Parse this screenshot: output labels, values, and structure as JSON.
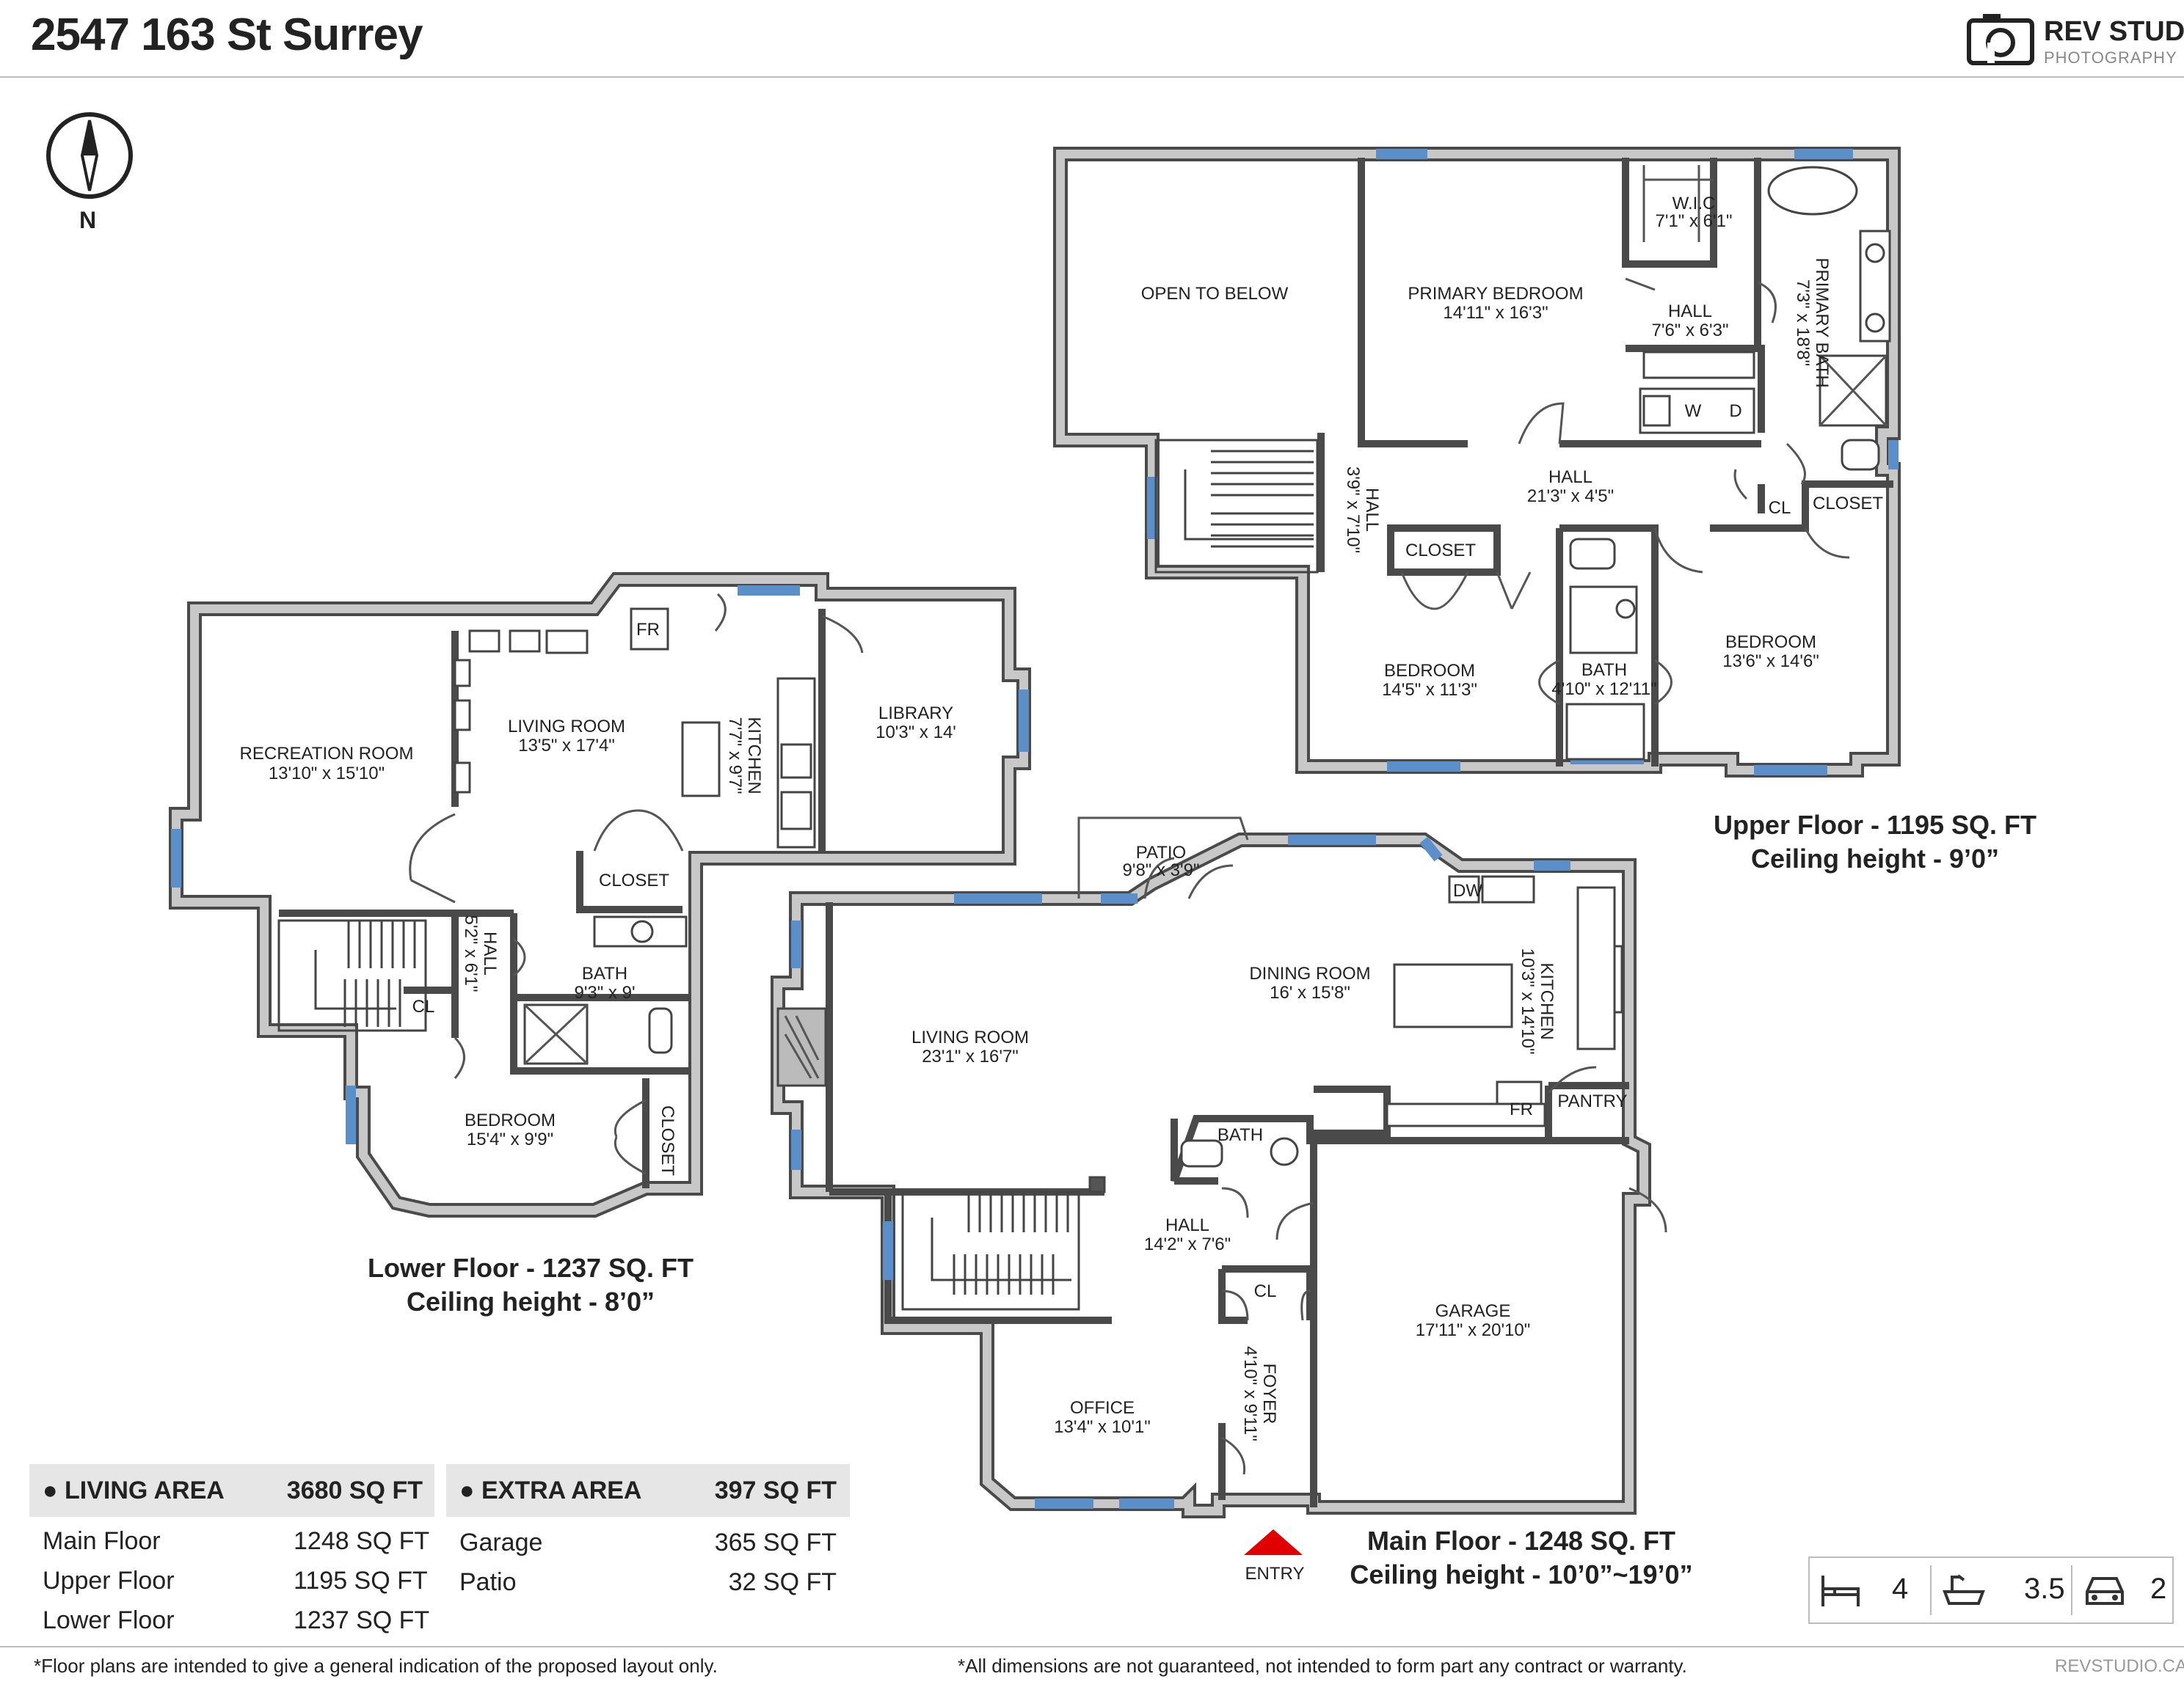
{
  "title": "2547 163 St Surrey",
  "logo": {
    "name": "REV STUDIO",
    "sub": "PHOTOGRAPHY",
    "icon": "camera-icon"
  },
  "compass": {
    "label": "N",
    "icon": "compass-icon"
  },
  "floors": {
    "lower": {
      "caption_line1": "Lower Floor - 1237 SQ. FT",
      "caption_line2": "Ceiling height - 8’0”"
    },
    "upper": {
      "caption_line1": "Upper Floor - 1195 SQ. FT",
      "caption_line2": "Ceiling height - 9’0”"
    },
    "main": {
      "caption_line1": "Main Floor - 1248 SQ. FT",
      "caption_line2": "Ceiling height - 10’0”~19’0”"
    }
  },
  "rooms": {
    "recreation_room": {
      "name": "RECREATION ROOM",
      "dims": "13'10\" x 15'10\""
    },
    "lower_living_room": {
      "name": "LIVING ROOM",
      "dims": "13'5\" x 17'4\""
    },
    "lower_kitchen": {
      "name": "KITCHEN",
      "dims": "7'7\" x 9'7\""
    },
    "library": {
      "name": "LIBRARY",
      "dims": "10'3\" x 14'"
    },
    "lower_fr": {
      "name": "FR"
    },
    "lower_closet": {
      "name": "CLOSET"
    },
    "lower_hall": {
      "name": "HALL",
      "dims": "5'2\" x 6'1\""
    },
    "lower_cl": {
      "name": "CL"
    },
    "lower_bath": {
      "name": "BATH",
      "dims": "9'3\" x 9'"
    },
    "lower_bedroom": {
      "name": "BEDROOM",
      "dims": "15'4\" x 9'9\""
    },
    "lower_bedroom_closet": {
      "name": "CLOSET"
    },
    "open_to_below": {
      "name": "OPEN TO BELOW"
    },
    "primary_bedroom": {
      "name": "PRIMARY BEDROOM",
      "dims": "14'11\" x 16'3\""
    },
    "wic": {
      "name": "W.I.C",
      "dims": "7'1\" x 6'1\""
    },
    "upper_hall_small": {
      "name": "HALL",
      "dims": "7'6\" x 6'3\""
    },
    "primary_bath": {
      "name": "PRIMARY BATH",
      "dims": "7'3\" x 18'8\""
    },
    "washer": {
      "name": "W"
    },
    "dryer": {
      "name": "D"
    },
    "upper_hall_long": {
      "name": "HALL",
      "dims": "21'3\" x 4'5\""
    },
    "upper_hall_vert": {
      "name": "HALL",
      "dims": "3'9\" x 7'10\""
    },
    "upper_cl": {
      "name": "CL"
    },
    "upper_closet_right": {
      "name": "CLOSET"
    },
    "upper_closet_left": {
      "name": "CLOSET"
    },
    "upper_bedroom_left": {
      "name": "BEDROOM",
      "dims": "14'5\" x 11'3\""
    },
    "upper_bath": {
      "name": "BATH",
      "dims": "4'10\" x 12'11\""
    },
    "upper_bedroom_right": {
      "name": "BEDROOM",
      "dims": "13'6\" x 14'6\""
    },
    "patio": {
      "name": "PATIO",
      "dims": "9'8\" x 3'9\""
    },
    "dining_room": {
      "name": "DINING ROOM",
      "dims": "16' x 15'8\""
    },
    "main_kitchen": {
      "name": "KITCHEN",
      "dims": "10'3\" x 14'10\""
    },
    "dw": {
      "name": "DW"
    },
    "main_living_room": {
      "name": "LIVING ROOM",
      "dims": "23'1\" x 16'7\""
    },
    "main_fr": {
      "name": "FR"
    },
    "pantry": {
      "name": "PANTRY"
    },
    "main_bath": {
      "name": "BATH"
    },
    "main_hall": {
      "name": "HALL",
      "dims": "14'2\" x 7'6\""
    },
    "main_cl": {
      "name": "CL"
    },
    "foyer": {
      "name": "FOYER",
      "dims": "4'10\" x 9'11\""
    },
    "garage": {
      "name": "GARAGE",
      "dims": "17'11\" x 20'10\""
    },
    "office": {
      "name": "OFFICE",
      "dims": "13'4\" x 10'1\""
    },
    "entry": {
      "name": "ENTRY"
    }
  },
  "living_area": {
    "header": "LIVING AREA",
    "total": "3680 SQ FT",
    "rows": [
      {
        "label": "Main Floor",
        "value": "1248 SQ FT"
      },
      {
        "label": "Upper Floor",
        "value": "1195 SQ FT"
      },
      {
        "label": "Lower Floor",
        "value": "1237 SQ FT"
      }
    ]
  },
  "extra_area": {
    "header": "EXTRA AREA",
    "total": "397 SQ FT",
    "rows": [
      {
        "label": "Garage",
        "value": "365 SQ FT"
      },
      {
        "label": "Patio",
        "value": "32 SQ FT"
      }
    ]
  },
  "stats": {
    "bedrooms": "4",
    "bathrooms": "3.5",
    "garage": "2"
  },
  "footer": {
    "left": "*Floor plans are intended to give a general indication of the proposed layout only.",
    "middle": "*All dimensions are not guaranteed, not intended to form part any contract or warranty.",
    "right": "REVSTUDIO.CA"
  },
  "colors": {
    "wall": "#4a4a4a",
    "wall_fill": "#c8c8c8",
    "window": "#5b8fc9",
    "entry_arrow": "#e00000",
    "table_header": "#e6e6e6"
  }
}
